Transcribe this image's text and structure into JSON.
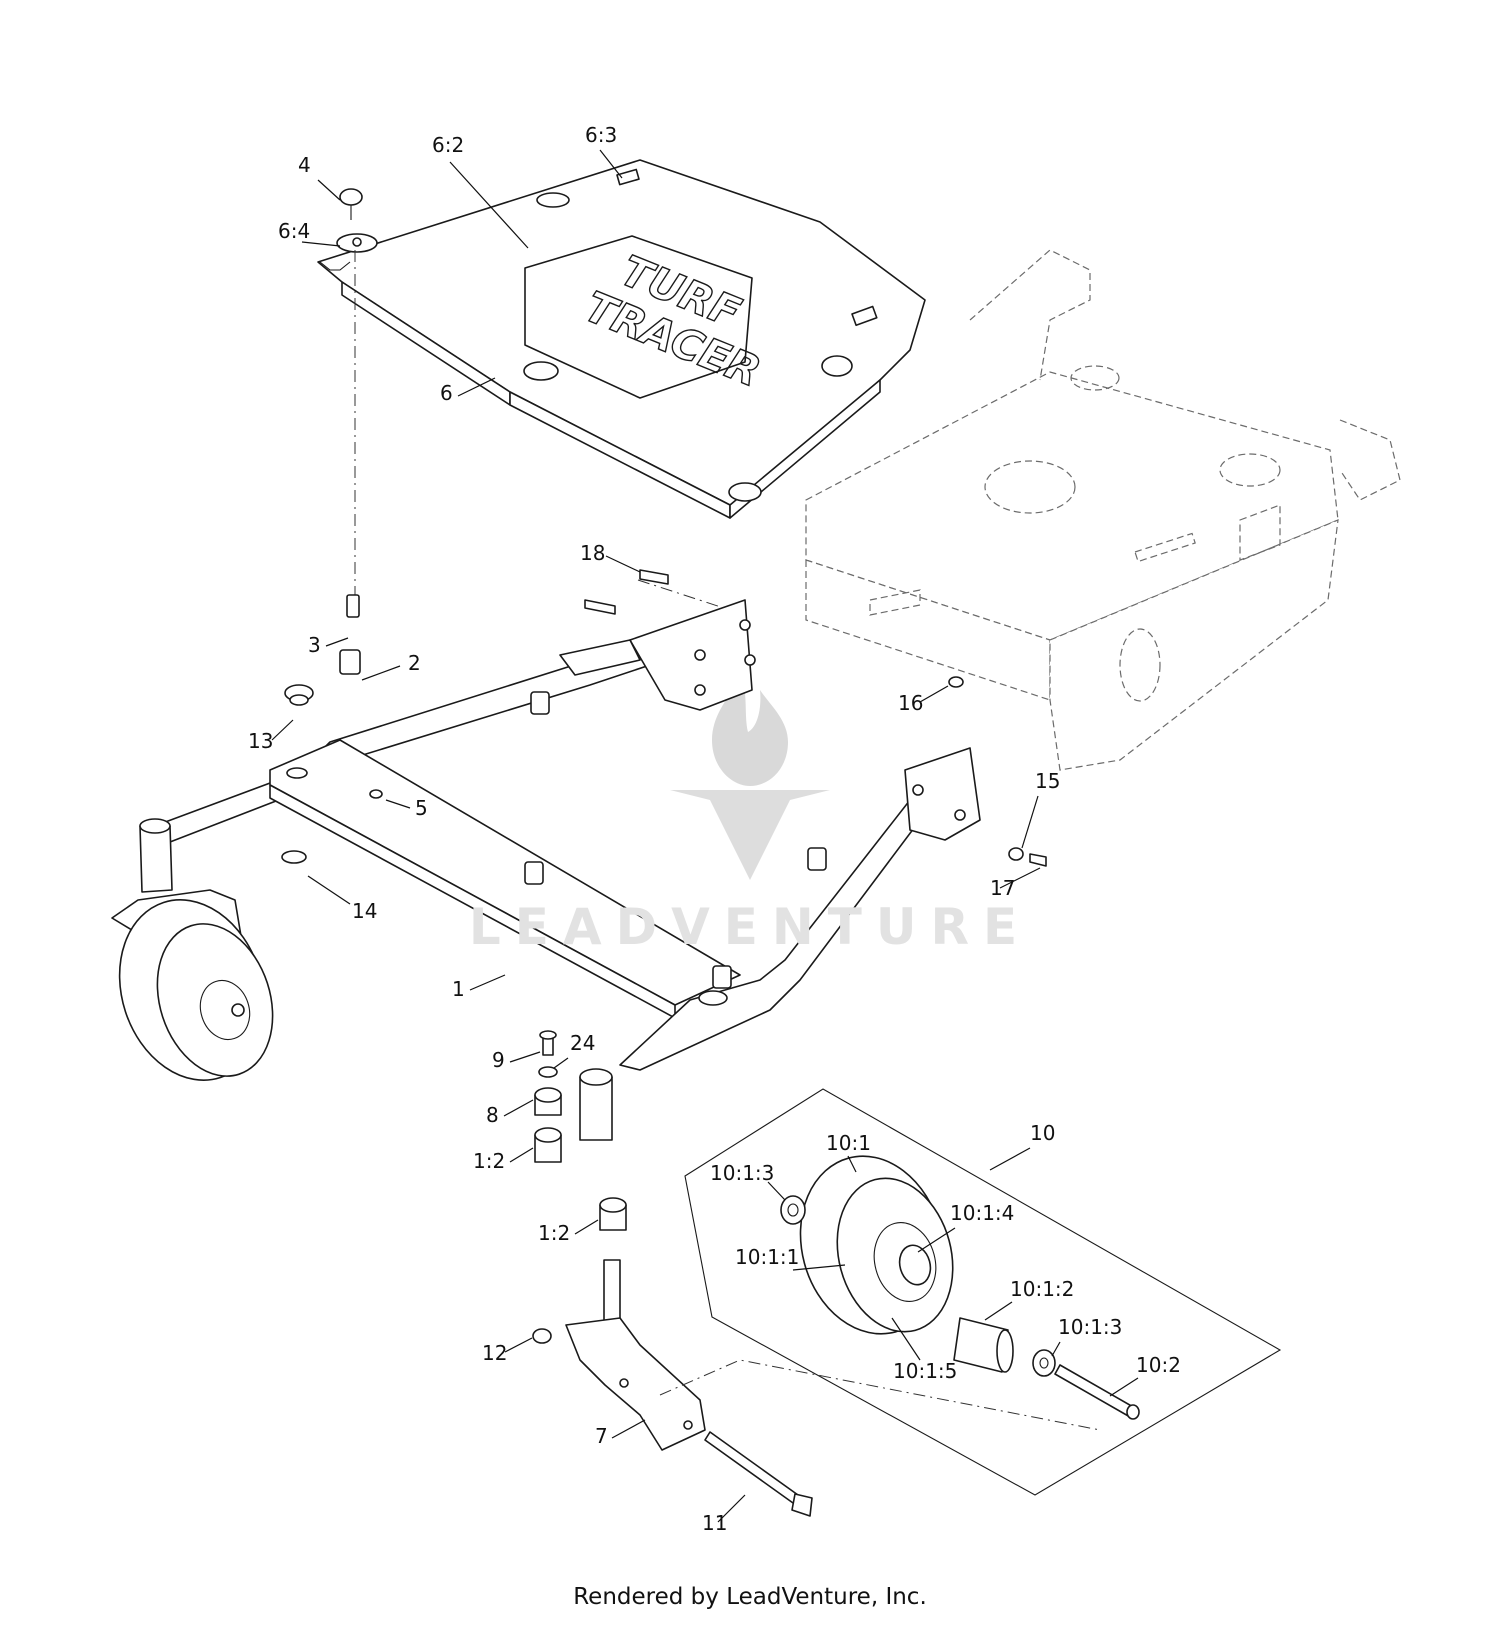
{
  "watermark": {
    "text": "LEADVENTURE"
  },
  "decal": {
    "line1": "TURF",
    "line2": "TRACER"
  },
  "footer": {
    "text": "Rendered by LeadVenture, Inc."
  },
  "callouts": [
    {
      "id": "c-4",
      "label": "4"
    },
    {
      "id": "c-6-2",
      "label": "6:2"
    },
    {
      "id": "c-6-3",
      "label": "6:3"
    },
    {
      "id": "c-6-4",
      "label": "6:4"
    },
    {
      "id": "c-6",
      "label": "6"
    },
    {
      "id": "c-18",
      "label": "18"
    },
    {
      "id": "c-3",
      "label": "3"
    },
    {
      "id": "c-2",
      "label": "2"
    },
    {
      "id": "c-13",
      "label": "13"
    },
    {
      "id": "c-16",
      "label": "16"
    },
    {
      "id": "c-5",
      "label": "5"
    },
    {
      "id": "c-15",
      "label": "15"
    },
    {
      "id": "c-17",
      "label": "17"
    },
    {
      "id": "c-14",
      "label": "14"
    },
    {
      "id": "c-1",
      "label": "1"
    },
    {
      "id": "c-9",
      "label": "9"
    },
    {
      "id": "c-24",
      "label": "24"
    },
    {
      "id": "c-8",
      "label": "8"
    },
    {
      "id": "c-1-2a",
      "label": "1:2"
    },
    {
      "id": "c-10-1",
      "label": "10:1"
    },
    {
      "id": "c-10",
      "label": "10"
    },
    {
      "id": "c-10-1-3a",
      "label": "10:1:3"
    },
    {
      "id": "c-1-2b",
      "label": "1:2"
    },
    {
      "id": "c-10-1-4",
      "label": "10:1:4"
    },
    {
      "id": "c-10-1-1",
      "label": "10:1:1"
    },
    {
      "id": "c-10-1-2",
      "label": "10:1:2"
    },
    {
      "id": "c-10-1-3b",
      "label": "10:1:3"
    },
    {
      "id": "c-12",
      "label": "12"
    },
    {
      "id": "c-10-2",
      "label": "10:2"
    },
    {
      "id": "c-10-1-5",
      "label": "10:1:5"
    },
    {
      "id": "c-7",
      "label": "7"
    },
    {
      "id": "c-11",
      "label": "11"
    }
  ]
}
